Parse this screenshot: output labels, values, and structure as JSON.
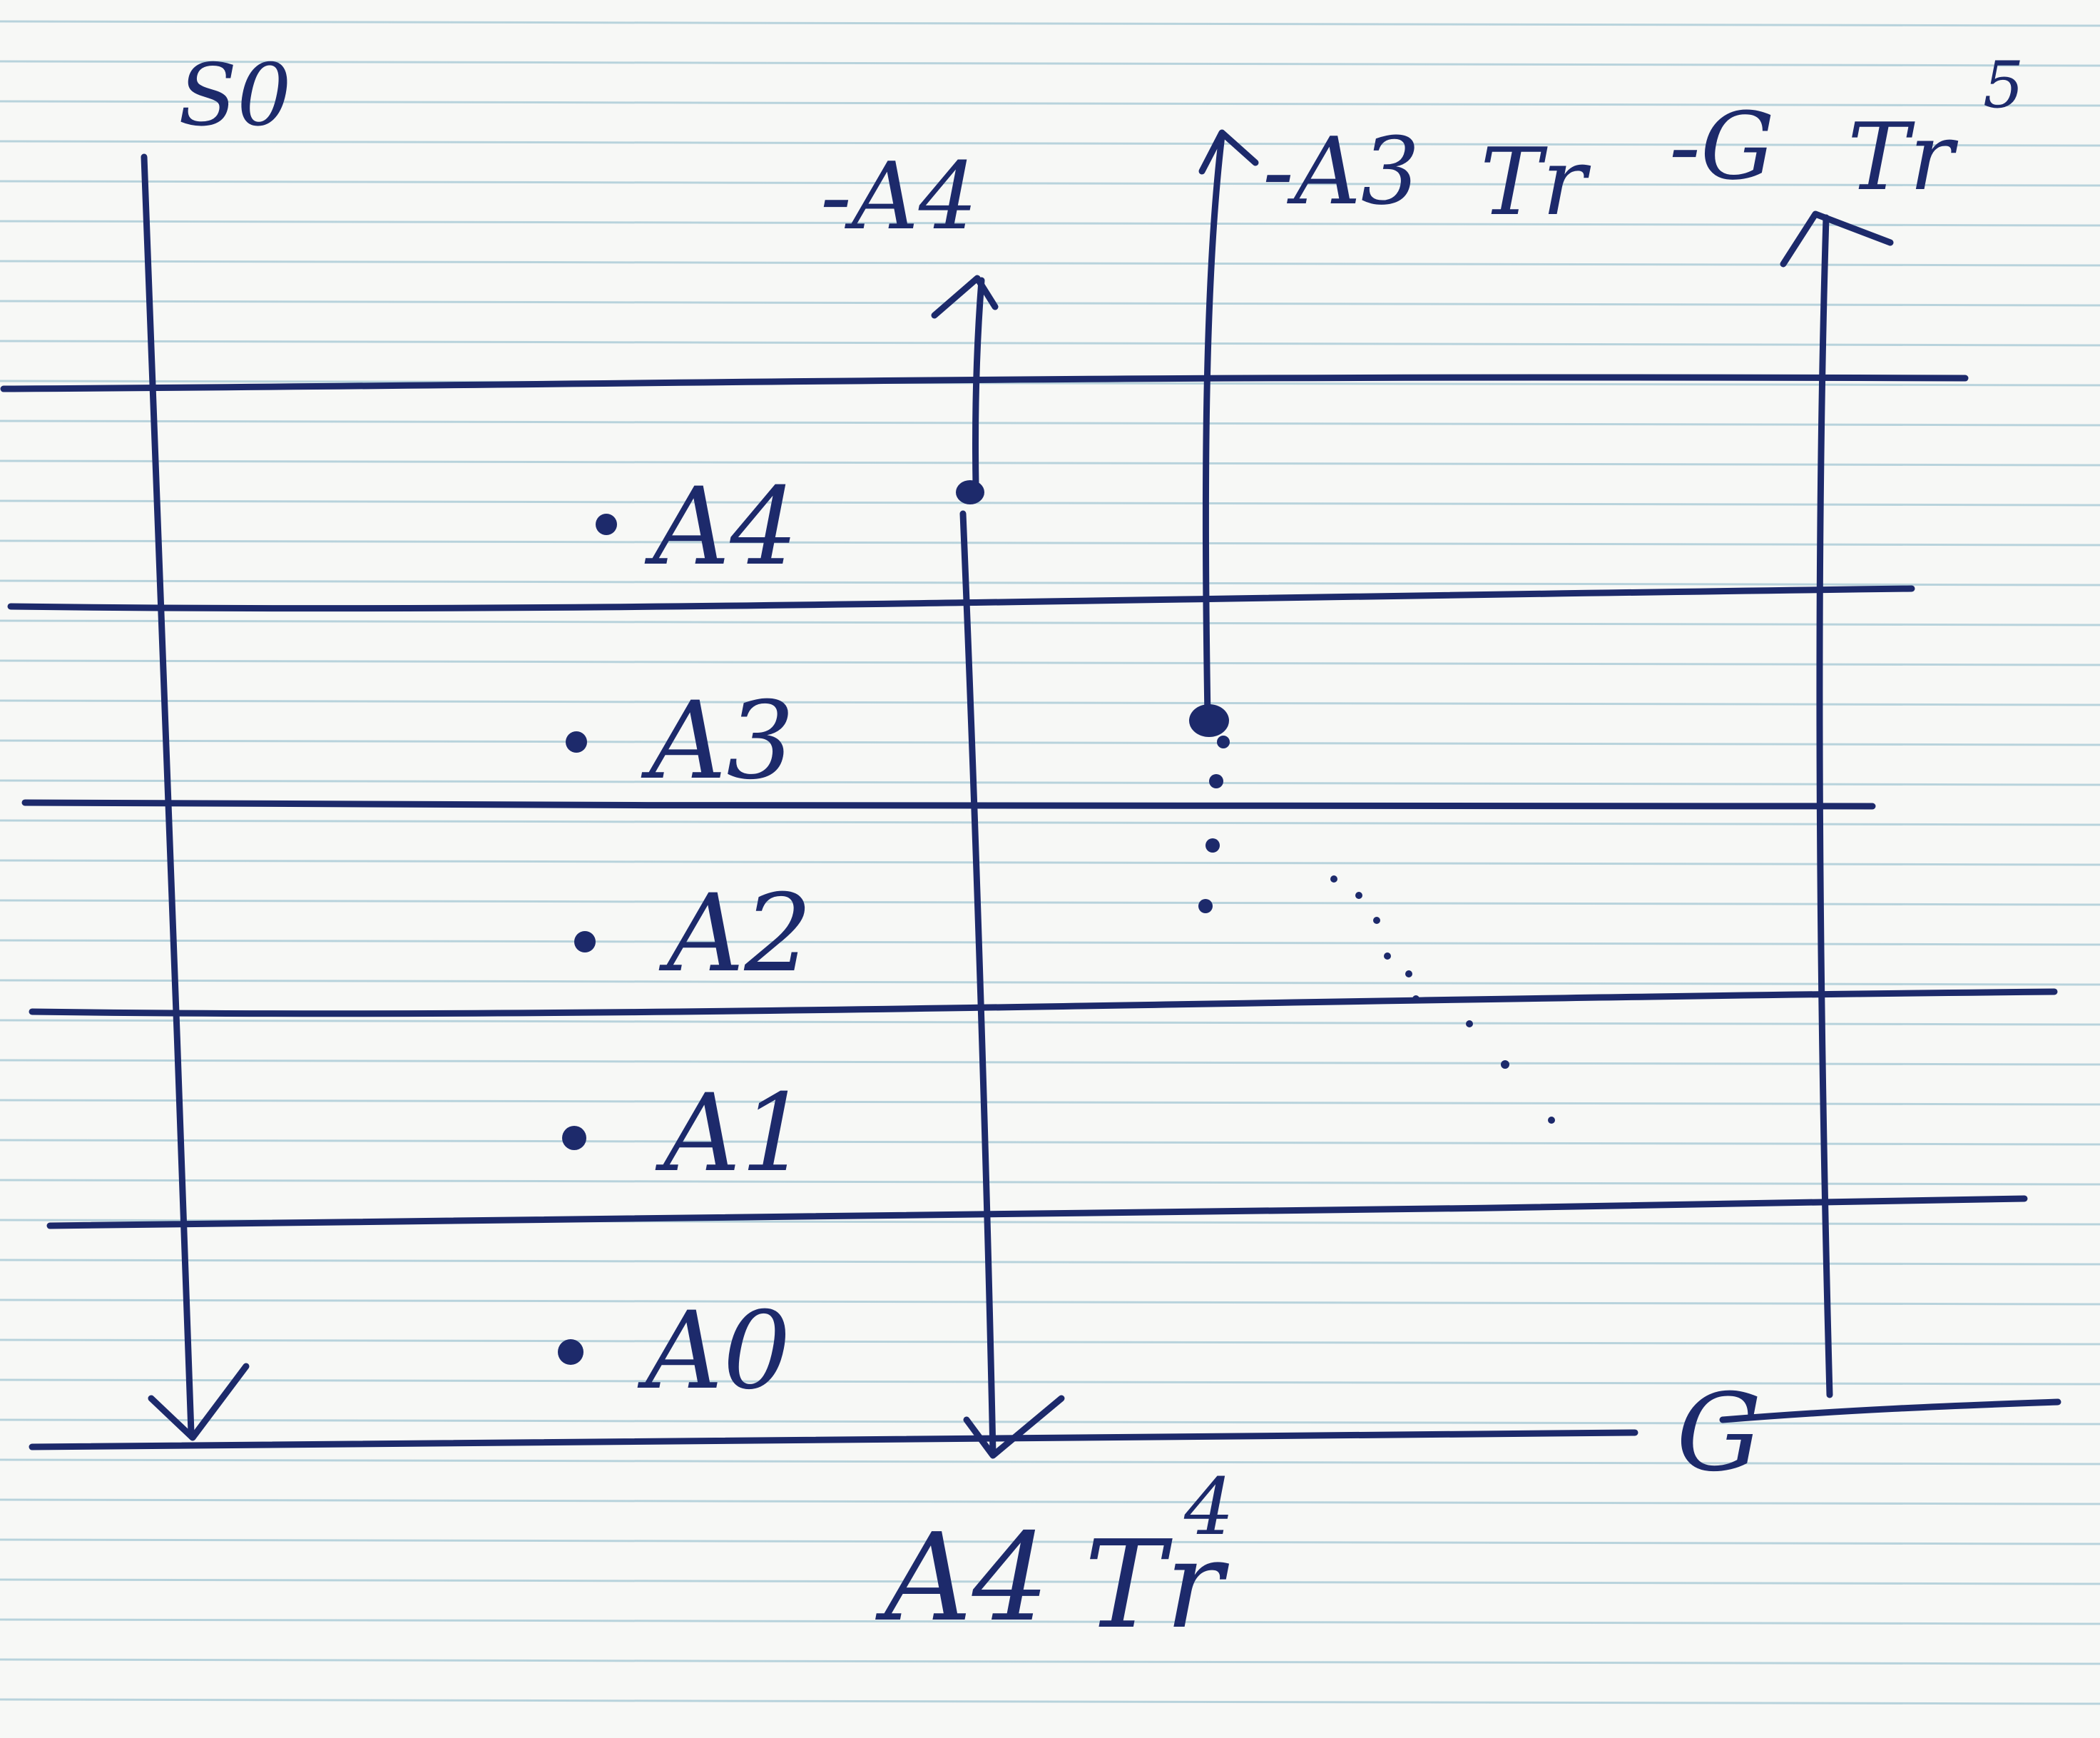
{
  "colors": {
    "paper": "#f7f8f6",
    "ruling": "#a9cbd6",
    "ink": "#1d2a6b"
  },
  "labels": {
    "top_left": "S0",
    "top_a4": "-A4",
    "top_a3": "-A3",
    "top_a3_sub": "Tr",
    "top_g": "-G",
    "top_g_sub": "Tr",
    "top_g_sup": "5",
    "level_4": "A4",
    "level_3": "A3",
    "level_2": "A2",
    "level_1": "A1",
    "level_0": "A0",
    "bottom_g": "G",
    "bottom_main": "A4",
    "bottom_sub": "Tr",
    "bottom_sup": "4"
  }
}
